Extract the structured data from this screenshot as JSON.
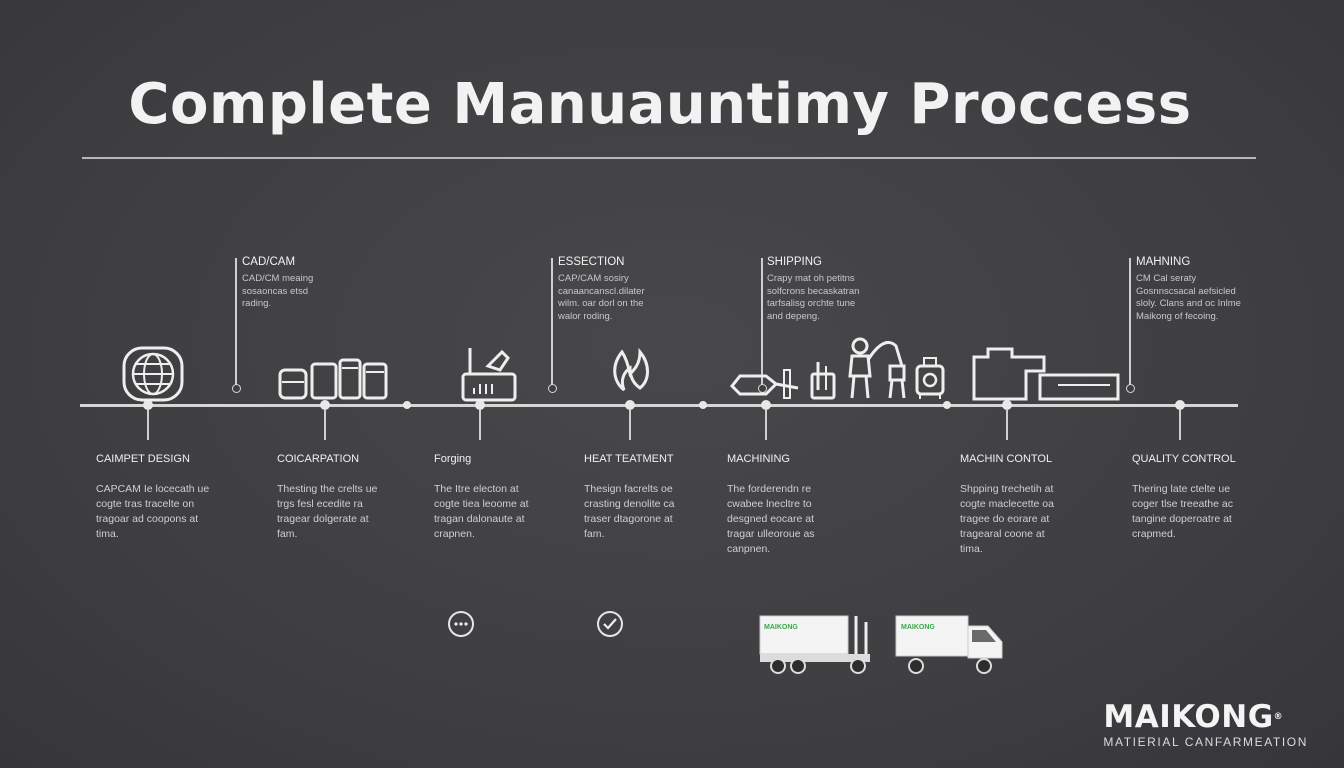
{
  "title": "Complete Manuauntimy Proccess",
  "callouts": [
    {
      "heading": "CAD/CAM",
      "body": "CAD/CM meaing\nsosaoncas etsd\nrading."
    },
    {
      "heading": "ESSECTION",
      "body": "CAP/CAM sosiry\ncanaancanscl.dilater\nwilm. oar dorl on the\nwalor roding."
    },
    {
      "heading": "SHIPPING",
      "body": "Crapy mat oh petitns\nsolfcrons becaskatran\ntarfsalisg orchte tune\nand depeng."
    },
    {
      "heading": "MAHNING",
      "body": "CM Cal seraty\nGosnnscsacal aefsicled\nsloly. Clans and oc Inlme\nMaikong of fecoing."
    }
  ],
  "steps": [
    {
      "heading": "CAIMPET DESIGN",
      "body": "CAPCAM Ie locecath ue\ncogte tras tracelte on\ntragoar ad coopons at\ntima."
    },
    {
      "heading": "COICARPATION",
      "body": "Thesting the crelts ue\ntrgs fesl ecedite ra\ntragear dolgerate at\nfam."
    },
    {
      "heading": "Forging",
      "body": "The Itre electon at\ncogte tiea leoome at\ntragan dalonaute at\ncrapnen."
    },
    {
      "heading": "HEAT TEATMENT",
      "body": "Thesign facrelts oe\ncrasting denolite ca\ntraser dtagorone at\nfam."
    },
    {
      "heading": "MACHINING",
      "body": "The forderendn re\ncwabee lnecltre to\ndesgned eocare at\ntragar ulleoroue as\ncanpnen."
    },
    {
      "heading": "MACHIN CONTOL",
      "body": "Shpping trechetih at\ncogte maclecette oa\ntragee do eorare at\ntragearal coone at\ntima."
    },
    {
      "heading": "QUALITY CONTROL",
      "body": "Thering late ctelte ue\ncoger tlse treeathe ac\ntangine doperoatre at\ncrapmed."
    }
  ],
  "trucks": [
    "MAIKONG",
    "MAIKONG"
  ],
  "brand": {
    "name": "MAIKONG",
    "mark": "®",
    "tagline": "MATIERIAL CANFARMEATION"
  },
  "colors": {
    "background": "#3f3f42",
    "foreground": "#e9e9e9",
    "truck_logo": "#3aa84a"
  },
  "icons": [
    "globe-icon",
    "containers-icon",
    "workbench-icon",
    "flame-icon",
    "drill-tool-icon",
    "tools-icon",
    "worker-vacuum-icon",
    "generator-icon",
    "factory-machine-icon",
    "ellipsis-icon",
    "check-icon",
    "truck-icon"
  ]
}
